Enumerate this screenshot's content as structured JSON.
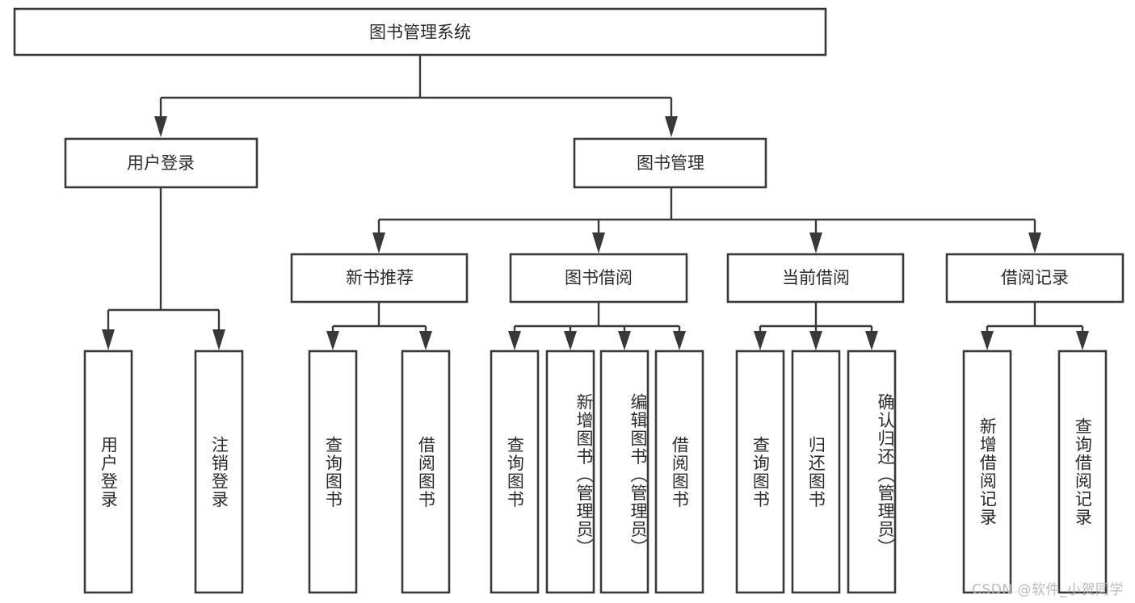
{
  "diagram": {
    "type": "tree-hierarchy",
    "title": "图书管理系统",
    "watermark": "CSDN @软件_小贺同学",
    "colors": {
      "background": "#ffffff",
      "stroke": "#393939",
      "text": "#2b2b2b",
      "watermark": "#b9b9b9"
    },
    "levels": {
      "root": {
        "label": "图书管理系统"
      },
      "level2": [
        {
          "label": "用户登录"
        },
        {
          "label": "图书管理"
        }
      ],
      "level3": [
        {
          "label": "新书推荐"
        },
        {
          "label": "图书借阅"
        },
        {
          "label": "当前借阅"
        },
        {
          "label": "借阅记录"
        }
      ],
      "leaves": [
        {
          "label": "用户登录",
          "parent": "用户登录",
          "align": "center"
        },
        {
          "label": "注销登录",
          "parent": "用户登录",
          "align": "center"
        },
        {
          "label": "查询图书",
          "parent": "新书推荐",
          "align": "center"
        },
        {
          "label": "借阅图书",
          "parent": "新书推荐",
          "align": "center"
        },
        {
          "label": "查询图书",
          "parent": "图书借阅",
          "align": "center"
        },
        {
          "label": "新增图书（管理员）",
          "parent": "图书借阅",
          "align": "start"
        },
        {
          "label": "编辑图书（管理员）",
          "parent": "图书借阅",
          "align": "start"
        },
        {
          "label": "借阅图书",
          "parent": "图书借阅",
          "align": "center"
        },
        {
          "label": "查询图书",
          "parent": "当前借阅",
          "align": "center"
        },
        {
          "label": "归还图书",
          "parent": "当前借阅",
          "align": "center"
        },
        {
          "label": "确认归还（管理员）",
          "parent": "当前借阅",
          "align": "start"
        },
        {
          "label": "新增借阅记录",
          "parent": "借阅记录",
          "align": "center"
        },
        {
          "label": "查询借阅记录",
          "parent": "借阅记录",
          "align": "center"
        }
      ]
    }
  }
}
